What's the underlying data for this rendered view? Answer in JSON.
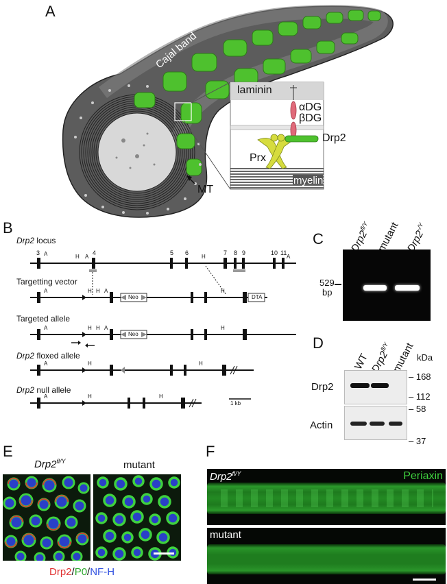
{
  "panels": {
    "A": {
      "letter": "A",
      "cajal_band": "Cajal band",
      "laminin": "laminin",
      "adg": "αDG",
      "bdg": "βDG",
      "drp2": "Drp2",
      "prx": "Prx",
      "myelin": "myelin",
      "mt": "MT"
    },
    "B": {
      "letter": "B",
      "locus_title_gene": "Drp2",
      "locus_title_rest": " locus",
      "targeting_vector": "Targetting vector",
      "targeted_allele": "Targeted allele",
      "floxed_gene": "Drp2",
      "floxed_rest": " floxed allele",
      "null_gene": "Drp2",
      "null_rest": " null allele",
      "exons": [
        "3",
        "4",
        "5",
        "6",
        "7",
        "8",
        "9",
        "10",
        "11"
      ],
      "site_A": "A",
      "site_H": "H",
      "neo": "Neo",
      "dta": "DTA",
      "scale": "1 kb"
    },
    "C": {
      "letter": "C",
      "lane1_gene": "Drp2",
      "lane1_sup": "fl/Y",
      "lane2": "mutant",
      "lane3_gene": "Drp2",
      "lane3_sup": "-/Y",
      "size": "529",
      "unit": "bp"
    },
    "D": {
      "letter": "D",
      "col_wt": "WT",
      "col_fl_gene": "Drp2",
      "col_fl_sup": "fl/Y",
      "col_mut": "mutant",
      "kda": "kDa",
      "row1": "Drp2",
      "row2": "Actin",
      "m168": "168",
      "m112": "112",
      "m58": "58",
      "m37": "37"
    },
    "E": {
      "letter": "E",
      "left_gene": "Drp2",
      "left_sup": "fl/Y",
      "right": "mutant",
      "legend_drp2": "Drp2",
      "legend_slash1": "/",
      "legend_p0": "P0",
      "legend_slash2": "/",
      "legend_nfh": "NF-H"
    },
    "F": {
      "letter": "F",
      "top_gene": "Drp2",
      "top_sup": "fl/Y",
      "marker": "Periaxin",
      "bottom": "mutant"
    }
  },
  "colors": {
    "green": "#3fd13f",
    "red": "#e03030",
    "blue": "#3050e0",
    "cell_gray": "#5a5a5a"
  }
}
